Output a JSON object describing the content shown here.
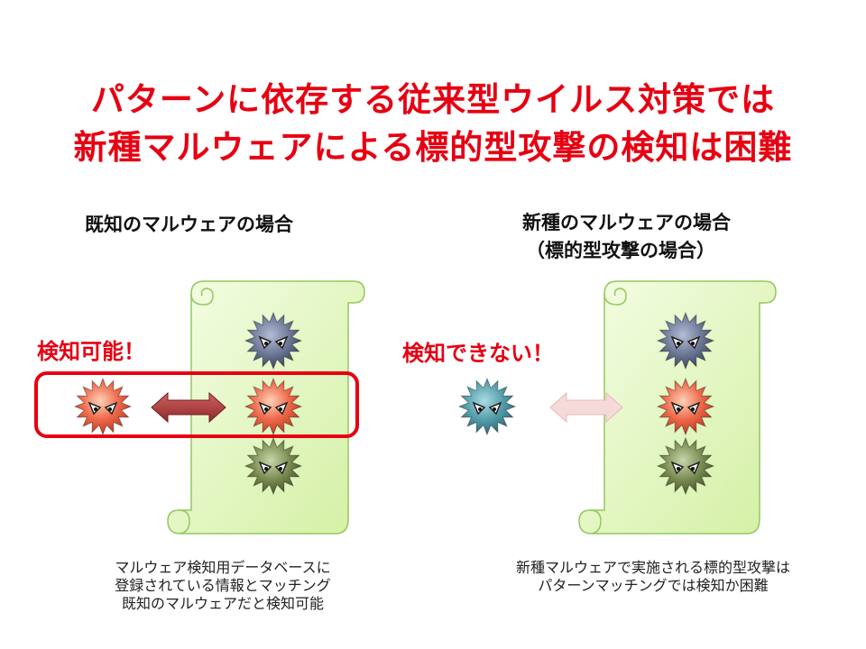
{
  "title": {
    "line1": "パターンに依存する従来型ウイルス対策では",
    "line2": "新種マルウェアによる標的型攻撃の検知は困難"
  },
  "left": {
    "heading": "既知のマルウェアの場合",
    "status": "検知可能！",
    "caption": {
      "line1": "マルウェア検知用データベースに",
      "line2": "登録されている情報とマッチング",
      "line3": "既知のマルウェアだと検知可能"
    }
  },
  "right": {
    "heading_line1": "新種のマルウェアの場合",
    "heading_line2": "（標的型攻撃の場合）",
    "status": "検知できない！",
    "caption": {
      "line1": "新種マルウェアで実施される標的型攻撃は",
      "line2": "パターンマッチングでは検知か困難"
    }
  },
  "icons": [
    "malware-icon",
    "scroll-icon",
    "double-arrow-icon"
  ],
  "colors": {
    "title_red": "#e60012",
    "scroll_fill": "#e6f8c8",
    "scroll_border": "#9acd6a",
    "malware_blue": "#5f6b86",
    "malware_red": "#e8533f",
    "malware_green": "#6b7f4a",
    "malware_teal": "#3d8c9a",
    "arrow_dark": "#b03a3a",
    "arrow_light": "#f3d2d2"
  }
}
